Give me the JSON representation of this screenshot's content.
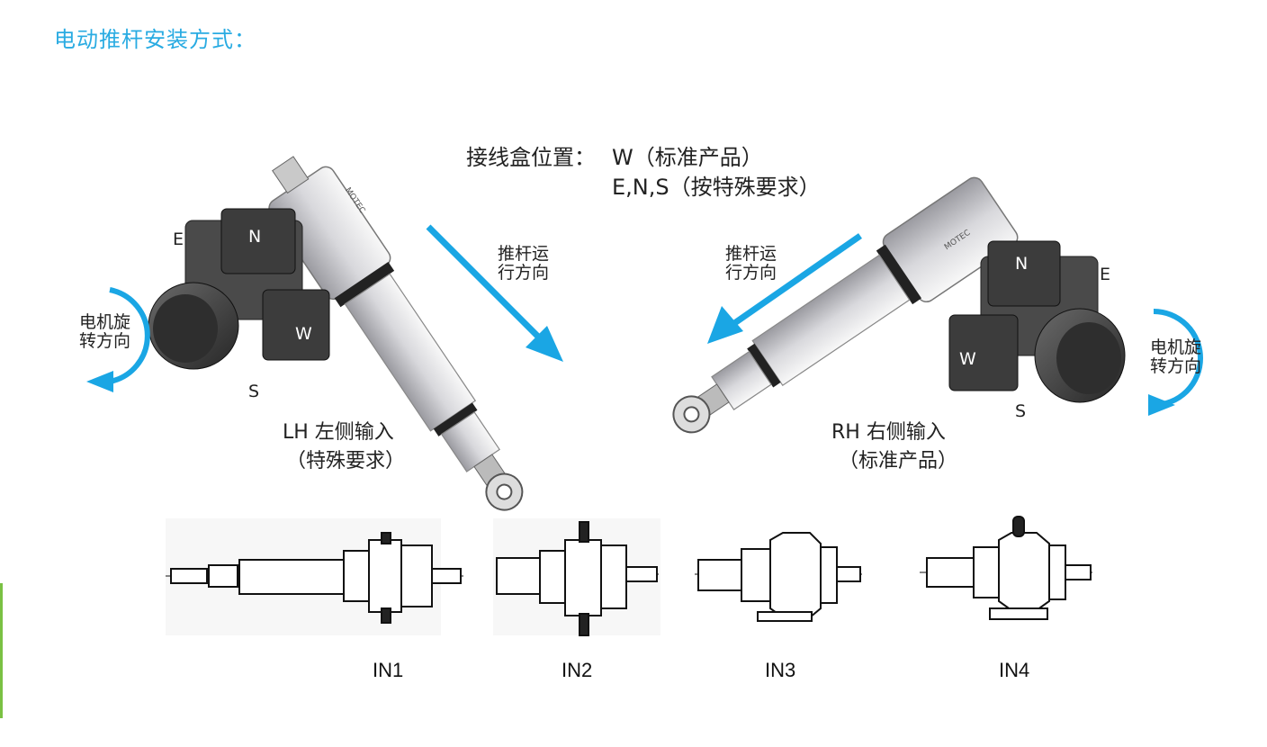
{
  "header": {
    "title": "电动推杆安装方式："
  },
  "junction_box": {
    "label": "接线盒位置：",
    "line1": "W（标准产品）",
    "line2": "E,N,S（按特殊要求）"
  },
  "left_actuator": {
    "push_direction": [
      "推杆运",
      "行方向"
    ],
    "motor_rotation": [
      "电机旋",
      "转方向"
    ],
    "box_letters": {
      "e": "E",
      "n": "N",
      "w": "W",
      "s": "S"
    },
    "caption": "LH 左侧输入",
    "subcaption": "（特殊要求）",
    "brand": "MOTEC"
  },
  "right_actuator": {
    "push_direction": [
      "推杆运",
      "行方向"
    ],
    "motor_rotation": [
      "电机旋",
      "转方向"
    ],
    "box_letters": {
      "e": "E",
      "n": "N",
      "w": "W",
      "s": "S"
    },
    "caption": "RH 右侧输入",
    "subcaption": "（标准产品）",
    "brand": "MOTEC"
  },
  "input_types": [
    {
      "label": "IN1"
    },
    {
      "label": "IN2"
    },
    {
      "label": "IN3"
    },
    {
      "label": "IN4"
    }
  ],
  "colors": {
    "title": "#29abe2",
    "arrow": "#1aa6e4",
    "accent_bar": "#7ac143",
    "motor_dark": "#3a3a3a"
  }
}
